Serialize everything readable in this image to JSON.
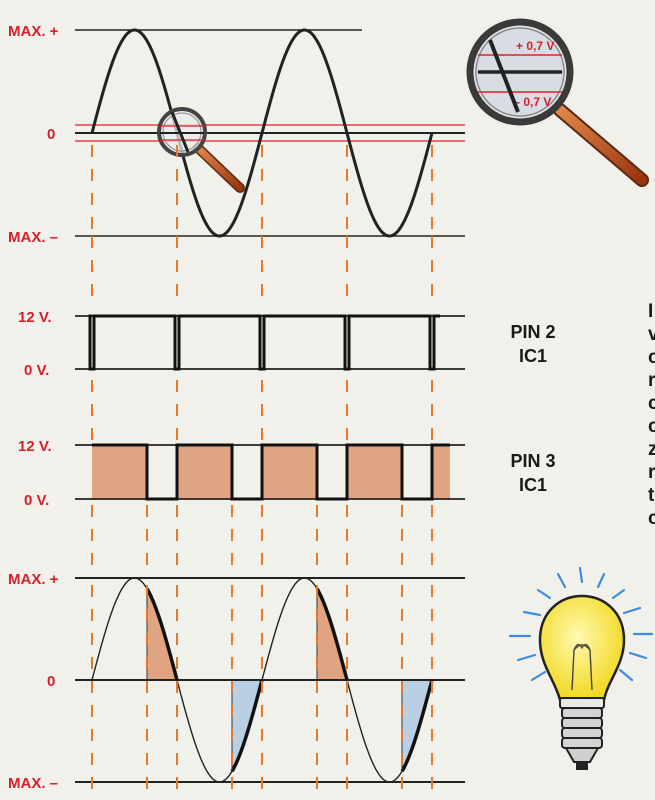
{
  "labels": {
    "max_plus_1": "MAX. +",
    "zero_1": "0",
    "max_minus_1": "MAX. –",
    "v12_pin2": "12 V.",
    "v0_pin2": "0 V.",
    "v12_pin3": "12 V.",
    "v0_pin3": "0 V.",
    "max_plus_2": "MAX. +",
    "zero_2": "0",
    "max_minus_2": "MAX. –"
  },
  "pin2": {
    "line1": "PIN 2",
    "line2": "IC1"
  },
  "pin3": {
    "line1": "PIN 3",
    "line2": "IC1"
  },
  "magnifier": {
    "plus": "+ 0,7 V",
    "minus": "- 0,7 V"
  },
  "cut_text": [
    "I",
    "v",
    "c",
    "r",
    "c",
    "c",
    "z",
    "r",
    "t",
    "c"
  ],
  "colors": {
    "background": "#f2f0ea",
    "label_red": "#d8202a",
    "dash_orange": "#e8782a",
    "fill_orange": "#e0a482",
    "fill_blue": "#b9cfe3",
    "bulb_yellow": "#f6e23a",
    "rays_blue": "#3a8ee0"
  },
  "icons": [
    "magnifier-icon",
    "light-bulb-icon"
  ]
}
